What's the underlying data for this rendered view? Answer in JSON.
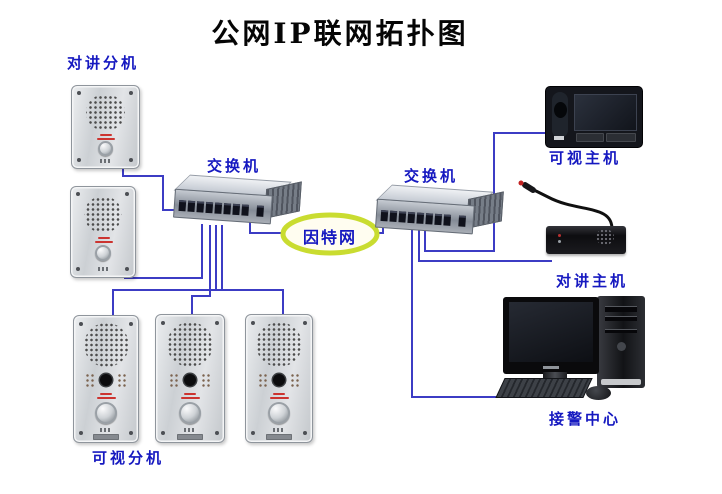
{
  "title": "公网IP联网拓扑图",
  "labels": {
    "intercom_extension": "对讲分机",
    "switch_left": "交换机",
    "switch_right": "交换机",
    "internet": "因特网",
    "visual_host": "可视主机",
    "intercom_host": "对讲主机",
    "visual_extension": "可视分机",
    "alarm_center": "接警中心"
  },
  "colors": {
    "label_text": "#1518c0",
    "title_text": "#050505",
    "wire": "#3c3cc4",
    "internet_ring": "#c9dc30",
    "internet_fill": "#fffdf0"
  }
}
